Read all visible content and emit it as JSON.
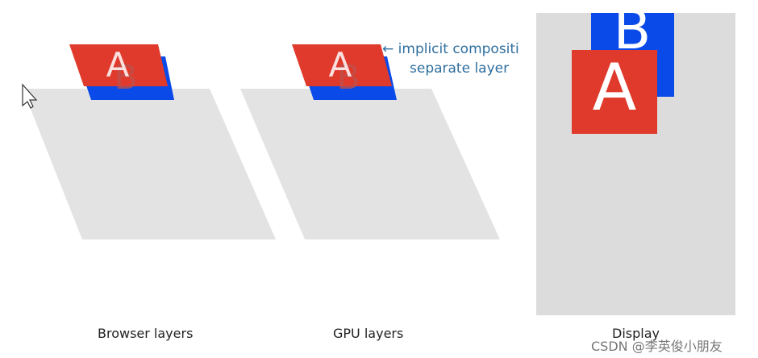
{
  "panels": {
    "browser": {
      "caption": "Browser layers"
    },
    "gpu": {
      "caption": "GPU layers"
    },
    "display": {
      "caption": "Display"
    }
  },
  "layer_letters": {
    "top": "A",
    "bottom": "B"
  },
  "annotation": {
    "arrow": "←",
    "line1": "implicit compositi",
    "line2": "separate layer"
  },
  "watermark": "CSDN @李英俊小朋友",
  "colors": {
    "red_layer": "#e03a2c",
    "blue_layer": "#0a4ae8",
    "plane": "#e3e3e3",
    "display_bg": "#dcdcdc",
    "annotation": "#2f6f9f"
  }
}
